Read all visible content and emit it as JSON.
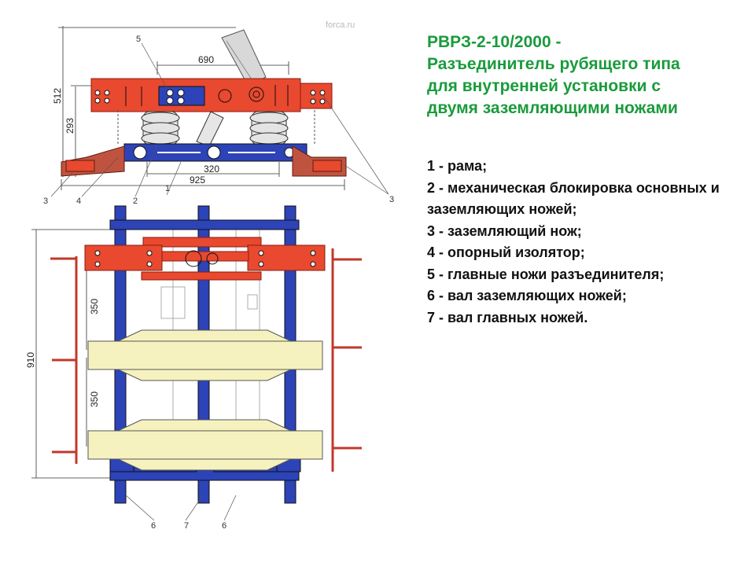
{
  "watermark": "forca.ru",
  "title": {
    "line1": "РВРЗ-2-10/2000  -",
    "line2": "Разъединитель рубящего типа",
    "line3": "для внутренней установки с",
    "line4": "двумя заземляющими ножами"
  },
  "legend": [
    "1  -  рама;",
    "2  -  механическая блокировка основных и заземляющих ножей;",
    "3  -  заземляющий нож;",
    "4  -  опорный изолятор;",
    "5  -  главные ножи разъединителя;",
    "6  -  вал заземляющих ножей;",
    "7  -  вал главных ножей."
  ],
  "dimensions": {
    "d690": "690",
    "d512": "512",
    "d293": "293",
    "d320": "320",
    "d925": "925",
    "d910": "910",
    "d350a": "350",
    "d350b": "350"
  },
  "callouts": {
    "c5": "5",
    "c3_left": "3",
    "c4": "4",
    "c2": "2",
    "c1": "1",
    "c3_right": "3",
    "c6_left": "6",
    "c7": "7",
    "c6_right": "6"
  },
  "colors": {
    "red": "#e8492f",
    "blue": "#2d43b8",
    "yellow": "#f6f2bf",
    "brick": "#c0533f",
    "title_green": "#1a9b3c"
  }
}
